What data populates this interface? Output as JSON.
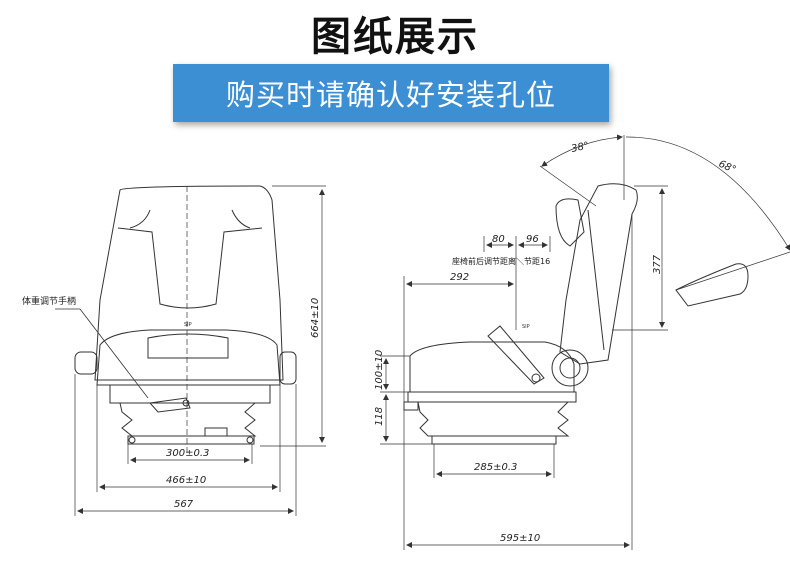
{
  "header": {
    "title": "图纸展示",
    "banner": "购买时请确认好安装孔位"
  },
  "colors": {
    "banner_bg": "#3d8fd3",
    "line": "#333333"
  },
  "front_view": {
    "label_weight_handle": "体重调节手柄",
    "dim_height": "664±10",
    "dim_hole_width": "300±0.3",
    "dim_base_width": "466±10",
    "dim_overall_width": "567",
    "logo": "SIP"
  },
  "side_view": {
    "angle_recline": "38°",
    "angle_back": "68°",
    "dim_slide_a": "80",
    "dim_slide_b": "96",
    "label_slide": "座椅前后调节距离＼节距16",
    "dim_depth": "292",
    "dim_back_height": "377",
    "dim_cushion": "100±10",
    "dim_suspension": "118",
    "dim_hole_depth": "285±0.3",
    "dim_overall_depth": "595±10",
    "logo": "SIP"
  }
}
